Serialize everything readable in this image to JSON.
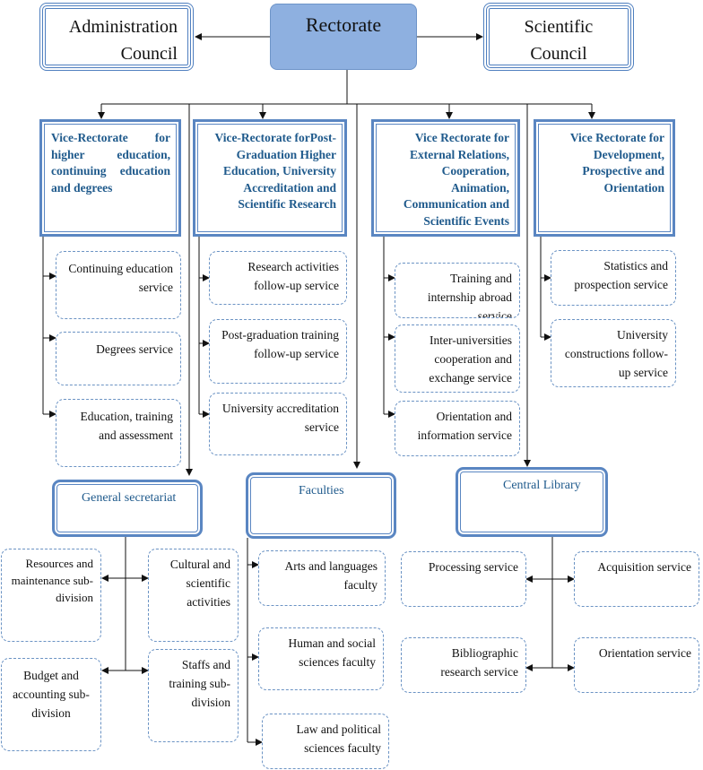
{
  "top": {
    "admin_council": "Administration\nCouncil",
    "rectorate": "Rectorate",
    "scientific_council": "Scientific\nCouncil"
  },
  "vice_rectorates": [
    {
      "label": "Vice-Rectorate for higher education, continuing education and degrees",
      "services": [
        "Continuing education service",
        "Degrees service",
        "Education, training and assessment"
      ]
    },
    {
      "label": "Vice-Rectorate forPost-Graduation Higher Education, University Accreditation and Scientific Research",
      "services": [
        "Research activities follow-up service",
        "Post-graduation training follow-up service",
        "University accreditation service"
      ]
    },
    {
      "label": "Vice Rectorate for External Relations, Cooperation, Animation, Communication and Scientific Events",
      "services": [
        "Training and internship abroad service",
        "Inter-universities cooperation and exchange service",
        "Orientation and information service"
      ]
    },
    {
      "label": "Vice Rectorate for Development, Prospective and Orientation",
      "services": [
        "Statistics and prospection service",
        "University constructions follow-up service"
      ]
    }
  ],
  "general_secretariat": {
    "label": "General secretariat",
    "units": [
      "Resources and maintenance sub-division",
      "Cultural and scientific activities",
      "Budget and accounting sub-division",
      "Staffs and training sub-division"
    ]
  },
  "faculties": {
    "label": "Faculties",
    "units": [
      "Arts and languages faculty",
      "Human and social sciences faculty",
      "Law and political sciences faculty"
    ]
  },
  "central_library": {
    "label": "Central Library",
    "units": [
      "Processing service",
      "Acquisition service",
      "Bibliographic research service",
      "Orientation service"
    ]
  },
  "colors": {
    "box_border": "#5a86c2",
    "rectorate_fill": "#8eb0e0",
    "heading_text": "#1f5a8c"
  }
}
